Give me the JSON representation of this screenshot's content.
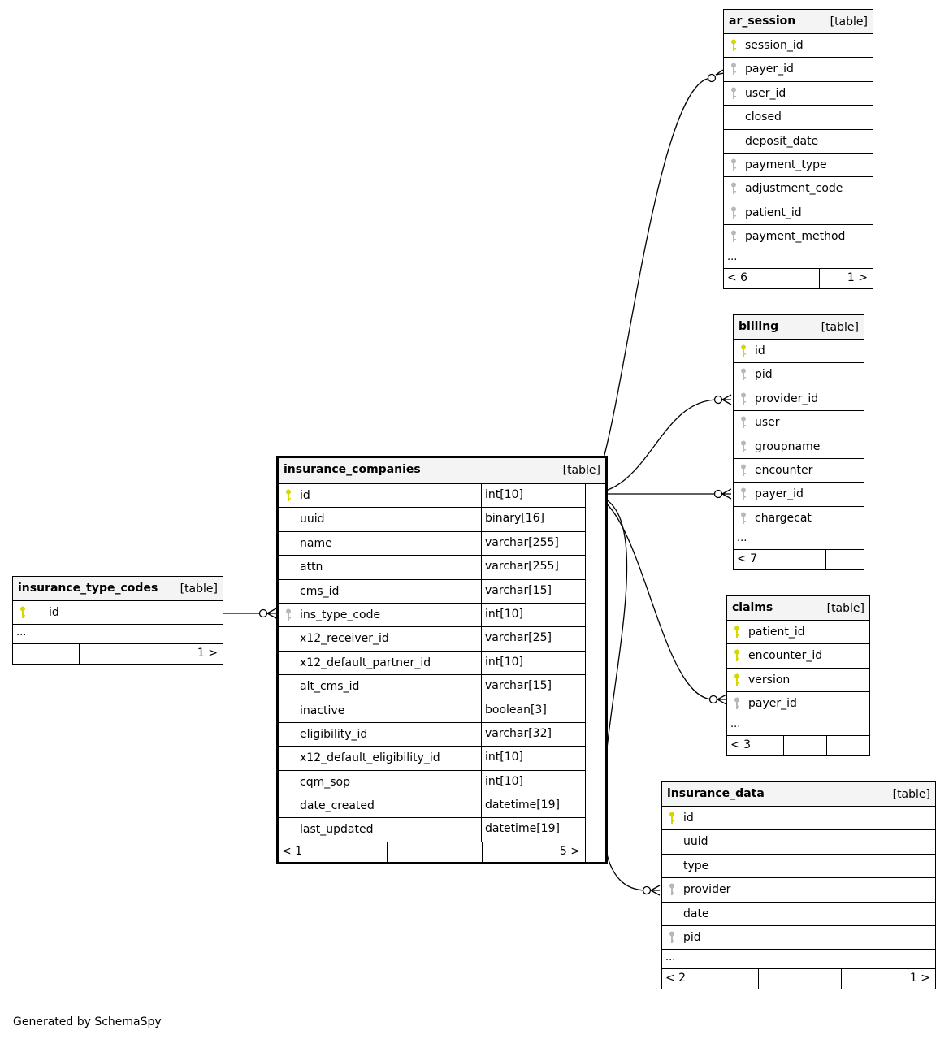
{
  "credit": "Generated by SchemaSpy",
  "colors": {
    "pk_key": "#d6d600",
    "fk_key": "#b8b8b8",
    "header_bg": "#f4f4f4",
    "line": "#000000"
  },
  "tables": {
    "ar_session": {
      "name": "ar_session",
      "type": "[table]",
      "columns": [
        {
          "name": "session_id",
          "key": "pk"
        },
        {
          "name": "payer_id",
          "key": "fk"
        },
        {
          "name": "user_id",
          "key": "fk"
        },
        {
          "name": "closed",
          "key": ""
        },
        {
          "name": "deposit_date",
          "key": ""
        },
        {
          "name": "payment_type",
          "key": "fk"
        },
        {
          "name": "adjustment_code",
          "key": "fk"
        },
        {
          "name": "patient_id",
          "key": "fk"
        },
        {
          "name": "payment_method",
          "key": "fk"
        }
      ],
      "more": "...",
      "parents": "< 6",
      "mid": "",
      "children": "1 >"
    },
    "billing": {
      "name": "billing",
      "type": "[table]",
      "columns": [
        {
          "name": "id",
          "key": "pk"
        },
        {
          "name": "pid",
          "key": "fk"
        },
        {
          "name": "provider_id",
          "key": "fk"
        },
        {
          "name": "user",
          "key": "fk"
        },
        {
          "name": "groupname",
          "key": "fk"
        },
        {
          "name": "encounter",
          "key": "fk"
        },
        {
          "name": "payer_id",
          "key": "fk"
        },
        {
          "name": "chargecat",
          "key": "fk"
        }
      ],
      "more": "...",
      "parents": "< 7",
      "mid": "",
      "children": ""
    },
    "claims": {
      "name": "claims",
      "type": "[table]",
      "columns": [
        {
          "name": "patient_id",
          "key": "pk"
        },
        {
          "name": "encounter_id",
          "key": "pk"
        },
        {
          "name": "version",
          "key": "pk"
        },
        {
          "name": "payer_id",
          "key": "fk"
        }
      ],
      "more": "...",
      "parents": "< 3",
      "mid": "",
      "children": ""
    },
    "insurance_data": {
      "name": "insurance_data",
      "type": "[table]",
      "columns": [
        {
          "name": "id",
          "key": "pk"
        },
        {
          "name": "uuid",
          "key": ""
        },
        {
          "name": "type",
          "key": ""
        },
        {
          "name": "provider",
          "key": "fk"
        },
        {
          "name": "date",
          "key": ""
        },
        {
          "name": "pid",
          "key": "fk"
        }
      ],
      "more": "...",
      "parents": "< 2",
      "mid": "",
      "children": "1 >"
    },
    "insurance_type_codes": {
      "name": "insurance_type_codes",
      "type": "[table]",
      "columns": [
        {
          "name": "id",
          "key": "pk"
        }
      ],
      "more": "...",
      "parents": "",
      "mid": "",
      "children": "1 >"
    },
    "insurance_companies": {
      "name": "insurance_companies",
      "type": "[table]",
      "columns": [
        {
          "name": "id",
          "key": "pk",
          "dtype": "int[10]"
        },
        {
          "name": "uuid",
          "key": "",
          "dtype": "binary[16]"
        },
        {
          "name": "name",
          "key": "",
          "dtype": "varchar[255]"
        },
        {
          "name": "attn",
          "key": "",
          "dtype": "varchar[255]"
        },
        {
          "name": "cms_id",
          "key": "",
          "dtype": "varchar[15]"
        },
        {
          "name": "ins_type_code",
          "key": "fk",
          "dtype": "int[10]"
        },
        {
          "name": "x12_receiver_id",
          "key": "",
          "dtype": "varchar[25]"
        },
        {
          "name": "x12_default_partner_id",
          "key": "",
          "dtype": "int[10]"
        },
        {
          "name": "alt_cms_id",
          "key": "",
          "dtype": "varchar[15]"
        },
        {
          "name": "inactive",
          "key": "",
          "dtype": "boolean[3]"
        },
        {
          "name": "eligibility_id",
          "key": "",
          "dtype": "varchar[32]"
        },
        {
          "name": "x12_default_eligibility_id",
          "key": "",
          "dtype": "int[10]"
        },
        {
          "name": "cqm_sop",
          "key": "",
          "dtype": "int[10]"
        },
        {
          "name": "date_created",
          "key": "",
          "dtype": "datetime[19]"
        },
        {
          "name": "last_updated",
          "key": "",
          "dtype": "datetime[19]"
        }
      ],
      "parents": "< 1",
      "mid": "",
      "children": "5 >"
    }
  },
  "relationships": [
    {
      "from": "insurance_companies.id",
      "to": "ar_session.payer_id"
    },
    {
      "from": "insurance_companies.id",
      "to": "billing.provider_id"
    },
    {
      "from": "insurance_companies.id",
      "to": "billing.payer_id"
    },
    {
      "from": "insurance_companies.id",
      "to": "claims.payer_id"
    },
    {
      "from": "insurance_companies.id",
      "to": "insurance_data.provider"
    },
    {
      "from": "insurance_type_codes.id",
      "to": "insurance_companies.ins_type_code"
    }
  ]
}
